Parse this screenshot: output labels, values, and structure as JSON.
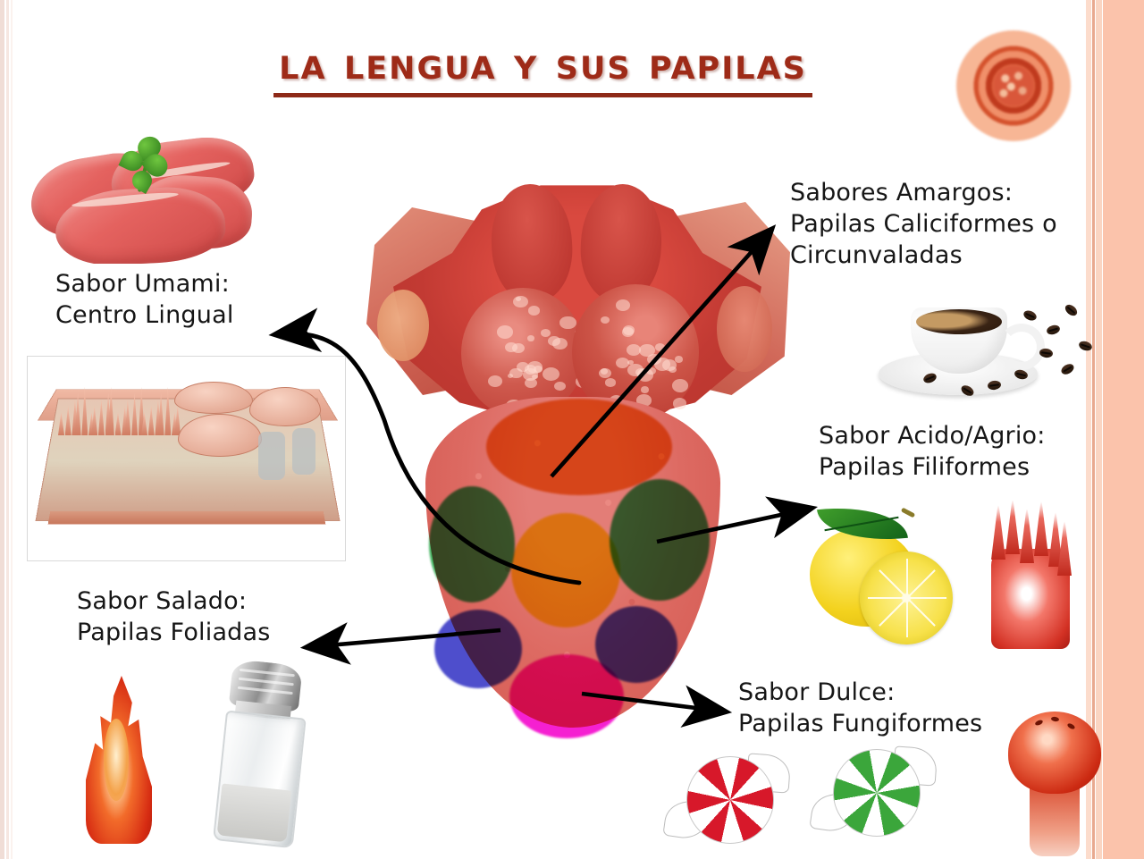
{
  "slide": {
    "title": "La Lengua y sus Papilas",
    "language": "es"
  },
  "labels": {
    "umami": {
      "line1": "Sabor Umami:",
      "line2": "Centro Lingual",
      "text": "Sabor Umami:\nCentro Lingual"
    },
    "bitter": {
      "line1": "Sabores Amargos:",
      "line2": "Papilas Caliciformes o",
      "line3": "Circunvaladas",
      "text": "Sabores Amargos:\nPapilas Caliciformes o\nCircunvaladas"
    },
    "sour": {
      "line1": "Sabor Acido/Agrio:",
      "line2": "Papilas Filiformes",
      "text": "Sabor Acido/Agrio:\nPapilas Filiformes"
    },
    "salty": {
      "line1": "Sabor Salado:",
      "line2": "Papilas Foliadas",
      "text": "Sabor Salado:\nPapilas Foliadas"
    },
    "sweet": {
      "line1": "Sabor Dulce:",
      "line2": "Papilas Fungiformes",
      "text": "Sabor Dulce:\nPapilas Fungiformes"
    }
  },
  "taste_zones": [
    {
      "name": "bitter",
      "zone": "Sabores Amargos",
      "papilla": "Papilas Caliciformes o Circunvaladas",
      "color": "#f08426",
      "location": "posterior-center"
    },
    {
      "name": "sour",
      "zone": "Sabor Acido/Agrio",
      "papilla": "Papilas Filiformes",
      "color": "#2eaa4e",
      "location": "lateral-posterior"
    },
    {
      "name": "umami",
      "zone": "Sabor Umami",
      "papilla": "Centro Lingual",
      "color": "#f5e619",
      "location": "center"
    },
    {
      "name": "salty",
      "zone": "Sabor Salado",
      "papilla": "Papilas Foliadas",
      "color": "#4040c8",
      "location": "lateral-anterior"
    },
    {
      "name": "sweet",
      "zone": "Sabor Dulce",
      "papilla": "Papilas Fungiformes",
      "color": "#f514cf",
      "location": "tip"
    }
  ],
  "illustrations": {
    "meat": "raw-meat-photo",
    "histology": "tongue-epithelium-cross-section",
    "coffee": "coffee-cup-with-beans-photo",
    "lemon": "lemon-with-leaf-photo",
    "filiform_papilla": "filiform-papilla-illustration",
    "foliate_papilla": "foliate-papilla-illustration",
    "salt_shaker": "salt-shaker-photo",
    "candy_red": "red-swirl-candy",
    "candy_green": "green-swirl-candy",
    "fungiform_papilla": "fungiform-papilla-illustration",
    "circumvallate_closeup": "circumvallate-papilla-closeup",
    "tongue": "tongue-anatomy-diagram"
  },
  "colors": {
    "title": "#9e2b18",
    "title_underline": "#8e2a18",
    "bitter": "#f08426",
    "sour": "#2eaa4e",
    "umami": "#f5e619",
    "salty": "#4040c8",
    "sweet": "#f514cf",
    "border_right": "#fbc3ab",
    "border_left": "#f0ddd6",
    "background": "#ffffff"
  }
}
